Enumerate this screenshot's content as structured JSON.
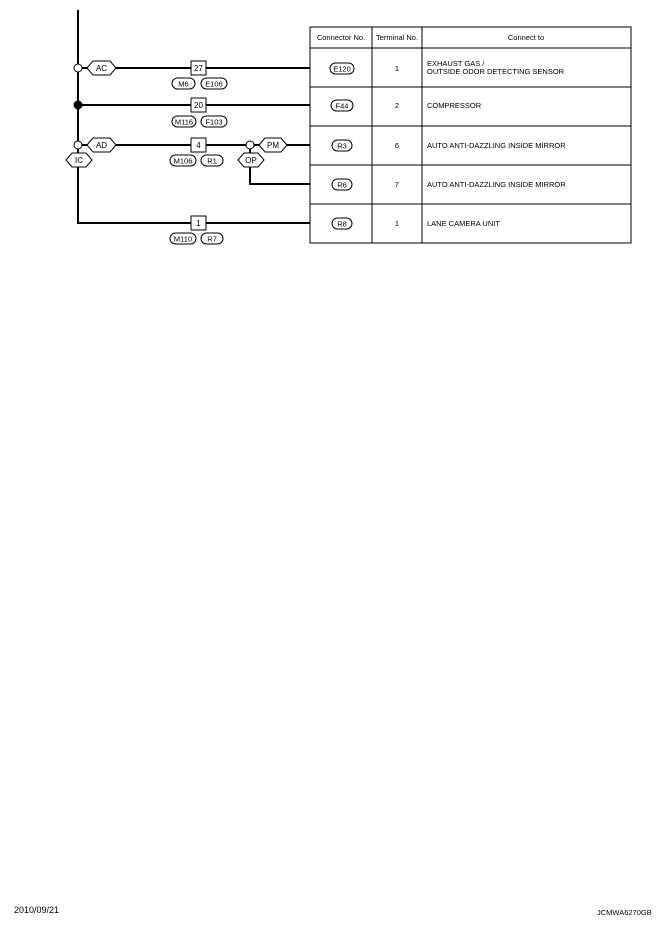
{
  "table": {
    "headers": [
      "Connector No.",
      "Terminal No.",
      "Connect to"
    ],
    "rows": [
      {
        "connector": "E120",
        "terminal": "1",
        "connect_to": [
          "EXHAUST GAS /",
          "OUTSIDE ODOR DETECTING SENSOR"
        ]
      },
      {
        "connector": "F44",
        "terminal": "2",
        "connect_to": [
          "COMPRESSOR"
        ]
      },
      {
        "connector": "R3",
        "terminal": "6",
        "connect_to": [
          "AUTO ANTI-DAZZLING INSIDE MIRROR"
        ]
      },
      {
        "connector": "R6",
        "terminal": "7",
        "connect_to": [
          "AUTO ANTI-DAZZLING INSIDE MIRROR"
        ]
      },
      {
        "connector": "R8",
        "terminal": "1",
        "connect_to": [
          "LANE CAMERA UNIT"
        ]
      }
    ]
  },
  "wires": [
    {
      "terminal": "27",
      "connectors": [
        "M6",
        "E106"
      ]
    },
    {
      "terminal": "20",
      "connectors": [
        "M116",
        "F103"
      ]
    },
    {
      "terminal": "4",
      "connectors": [
        "M106",
        "R1"
      ]
    },
    {
      "terminal": "1",
      "connectors": [
        "M110",
        "R7"
      ]
    }
  ],
  "flags": {
    "ac": "AC",
    "ad": "AD",
    "ic": "IC",
    "pm": "PM",
    "op": "OP"
  },
  "footer": {
    "date": "2010/09/21",
    "code": "JCMWA6270GB"
  }
}
